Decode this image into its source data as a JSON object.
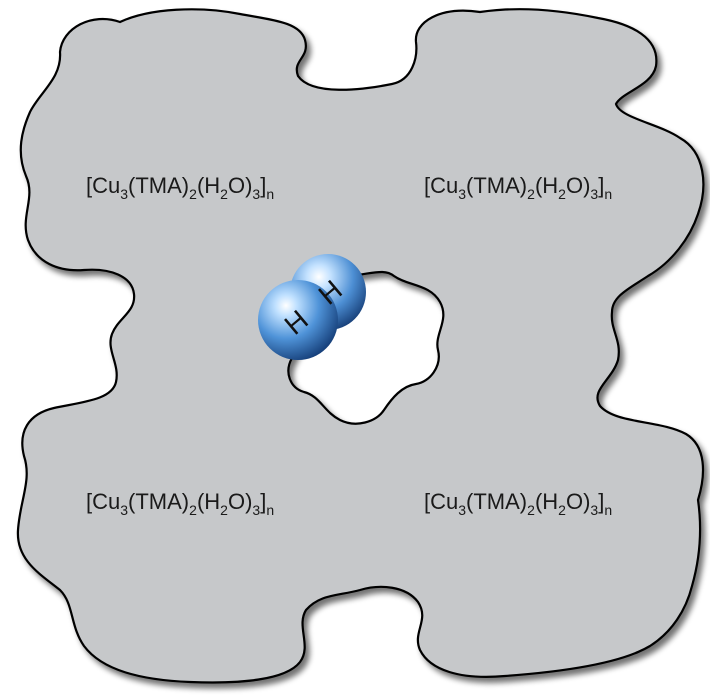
{
  "formulas": [
    {
      "open": "[Cu",
      "s1": "3",
      "p2": "(TMA)",
      "s2": "2",
      "p3": "(H",
      "s3": "2",
      "p4": "O)",
      "s4": "3",
      "p5": "]",
      "s5": "n"
    },
    {
      "open": "[Cu",
      "s1": "3",
      "p2": "(TMA)",
      "s2": "2",
      "p3": "(H",
      "s3": "2",
      "p4": "O)",
      "s4": "3",
      "p5": "]",
      "s5": "n"
    },
    {
      "open": "[Cu",
      "s1": "3",
      "p2": "(TMA)",
      "s2": "2",
      "p3": "(H",
      "s3": "2",
      "p4": "O)",
      "s4": "3",
      "p5": "]",
      "s5": "n"
    },
    {
      "open": "[Cu",
      "s1": "3",
      "p2": "(TMA)",
      "s2": "2",
      "p3": "(H",
      "s3": "2",
      "p4": "O)",
      "s4": "3",
      "p5": "]",
      "s5": "n"
    }
  ],
  "molecule": {
    "atom1": "H",
    "atom2": "H"
  },
  "colors": {
    "framework": "#c6c8ca",
    "outline": "#000000",
    "atom_light": "#bfe0ff",
    "atom_mid": "#4f93d8",
    "atom_dark": "#123a74"
  }
}
